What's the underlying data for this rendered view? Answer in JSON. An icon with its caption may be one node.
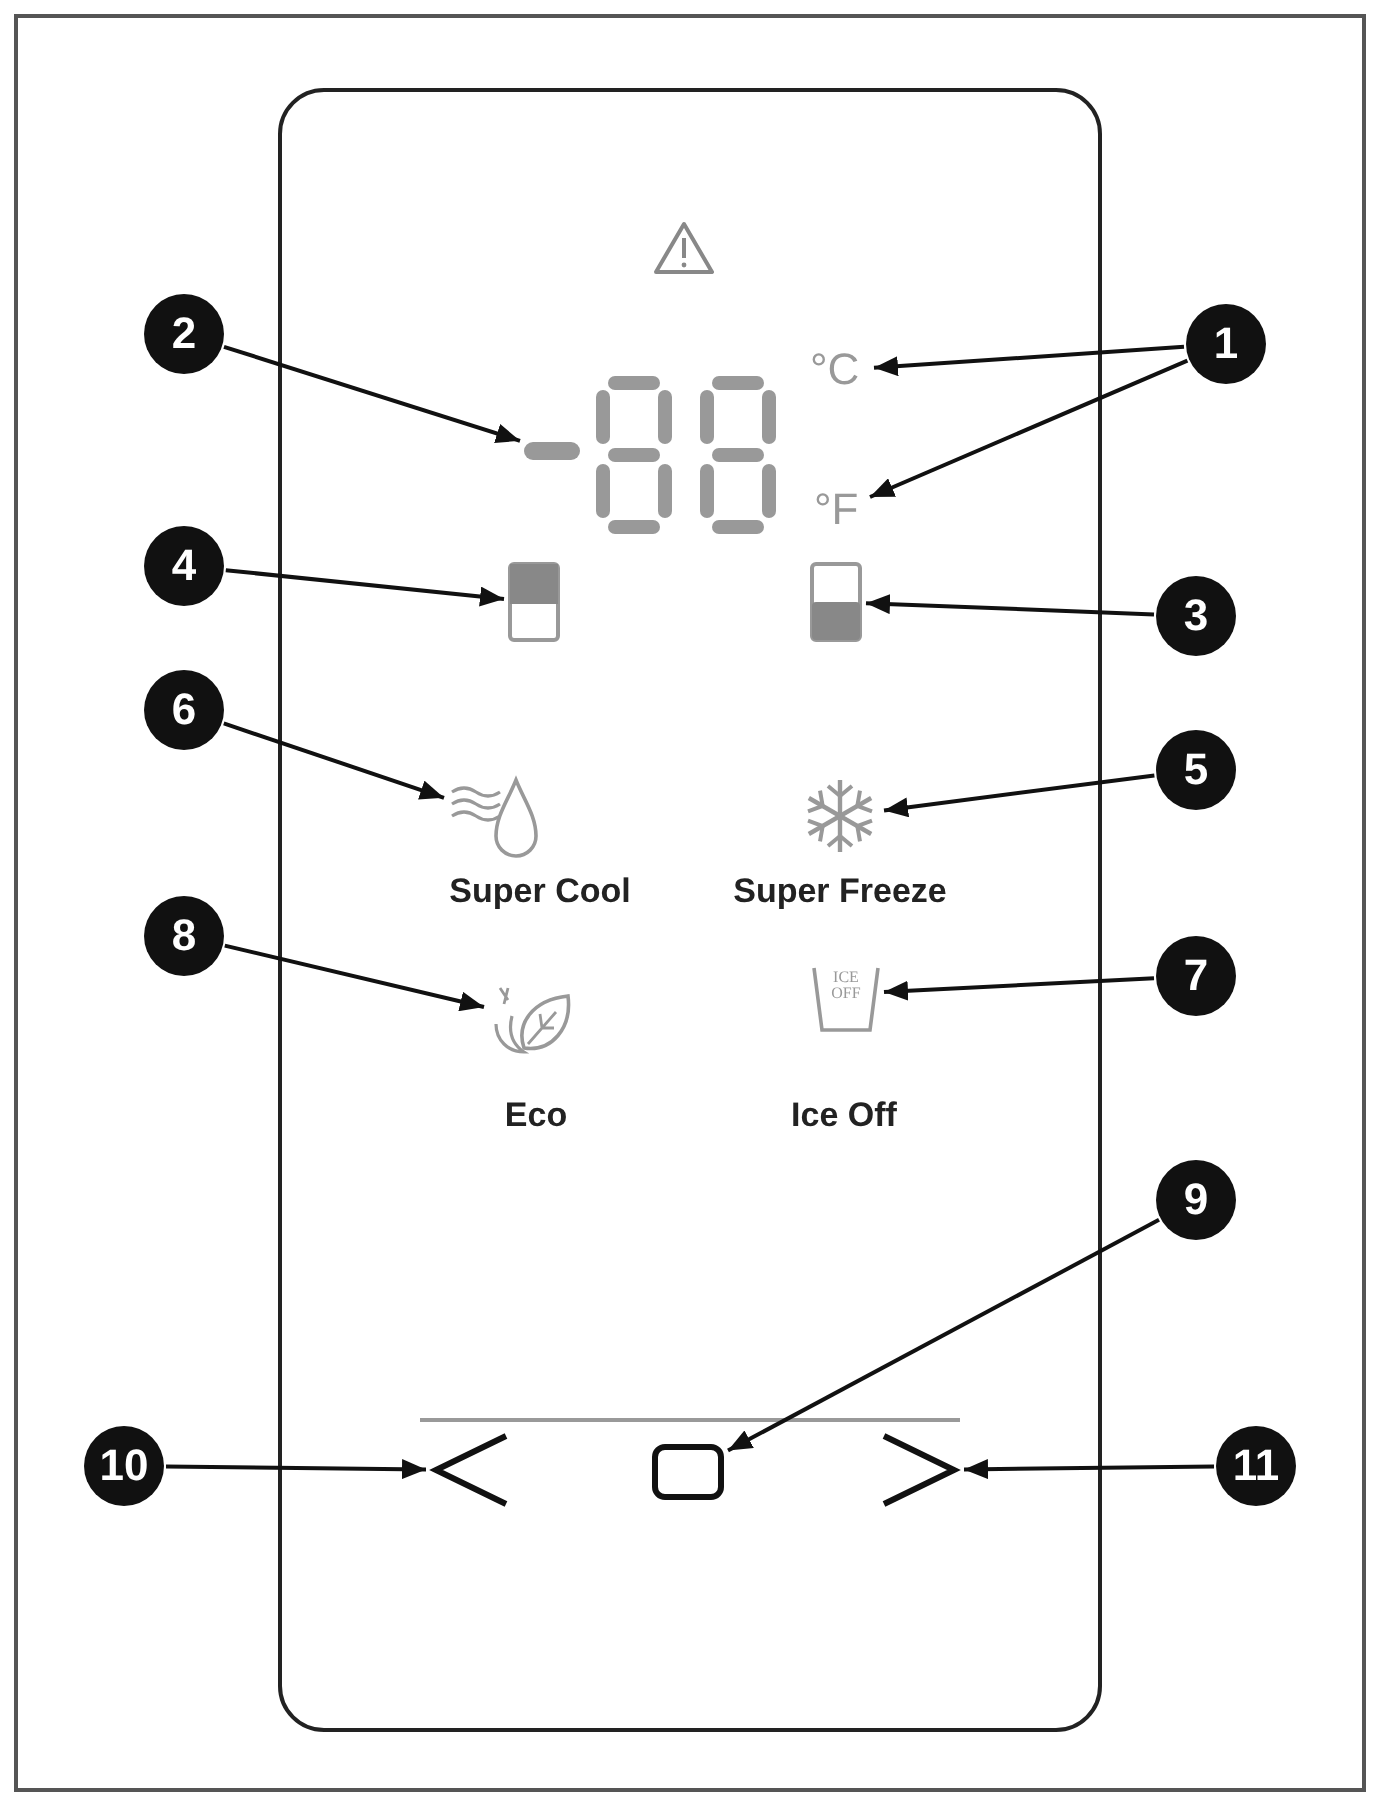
{
  "diagram": {
    "nodes": [
      {
        "text": [
          "1"
        ]
      },
      {
        "text": [
          "°C"
        ]
      },
      {
        "text": [
          "°F"
        ]
      },
      {
        "text": [
          "2"
        ]
      },
      {
        "text": [],
        "shape": "bar"
      },
      {
        "text": [
          "4"
        ]
      },
      {
        "text": [],
        "shape": "icon"
      },
      {
        "text": [
          "3"
        ]
      },
      {
        "text": [],
        "shape": "icon"
      },
      {
        "text": [
          "6"
        ]
      },
      {
        "text": [],
        "shape": "icon"
      },
      {
        "text": [
          "5"
        ]
      },
      {
        "text": [],
        "shape": "icon"
      },
      {
        "text": [
          "8"
        ]
      },
      {
        "text": [],
        "shape": "icon"
      },
      {
        "text": [
          "7"
        ]
      },
      {
        "text": [
          "ICE OFF"
        ]
      },
      {
        "text": [
          "9"
        ]
      },
      {
        "text": [],
        "shape": "box"
      },
      {
        "text": [
          "10"
        ]
      },
      {
        "text": [],
        "shape": "chevron"
      },
      {
        "text": [
          "11"
        ]
      },
      {
        "text": [],
        "shape": "chevron"
      }
    ],
    "edges": [
      {
        "from": 0,
        "to": 1,
        "arrow": "to"
      },
      {
        "from": 0,
        "to": 2,
        "arrow": "to"
      },
      {
        "from": 3,
        "to": 4,
        "arrow": "to"
      },
      {
        "from": 5,
        "to": 6,
        "arrow": "to"
      },
      {
        "from": 7,
        "to": 8,
        "arrow": "to"
      },
      {
        "from": 9,
        "to": 10,
        "arrow": "to"
      },
      {
        "from": 11,
        "to": 12,
        "arrow": "to"
      },
      {
        "from": 13,
        "to": 14,
        "arrow": "to"
      },
      {
        "from": 15,
        "to": 16,
        "arrow": "to"
      },
      {
        "from": 17,
        "to": 18,
        "arrow": "to"
      },
      {
        "from": 19,
        "to": 20,
        "arrow": "to"
      },
      {
        "from": 21,
        "to": 22,
        "arrow": "to"
      }
    ],
    "labels": [
      "Super Cool",
      "Super Freeze",
      "Eco",
      "Ice Off"
    ]
  }
}
